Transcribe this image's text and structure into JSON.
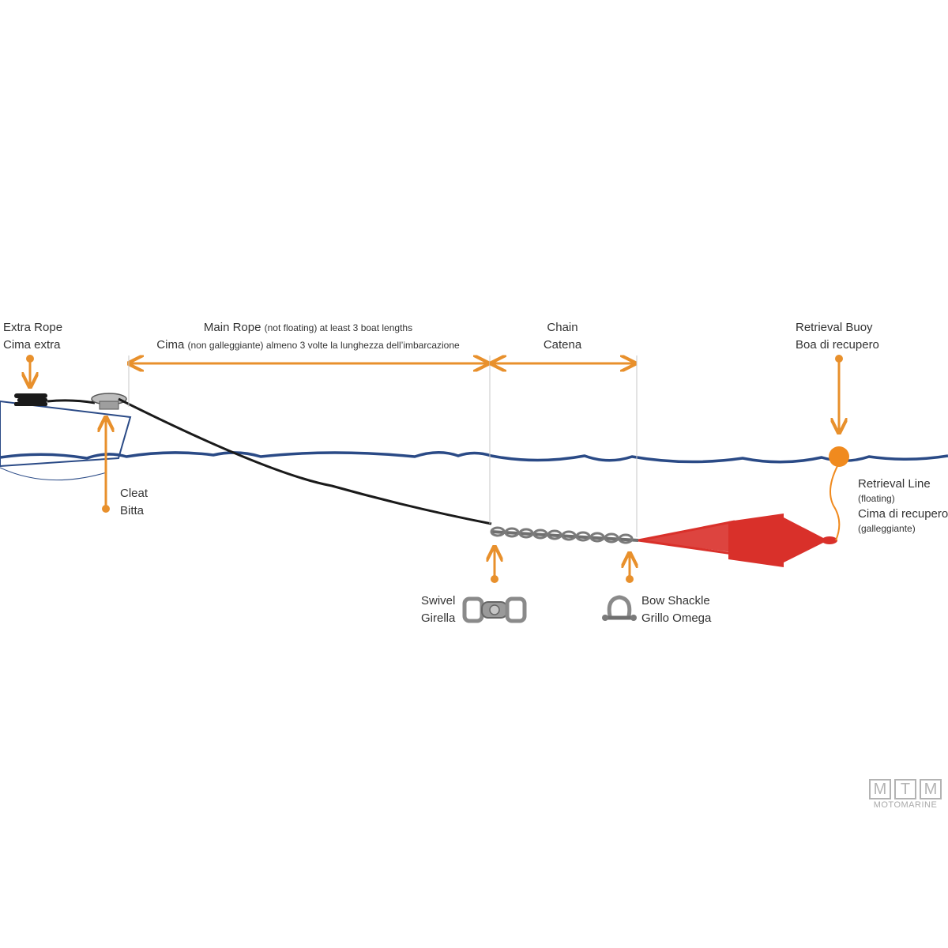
{
  "labels": {
    "extra_rope": {
      "en": "Extra Rope",
      "it": "Cima extra"
    },
    "main_rope": {
      "en": "Main Rope",
      "en_note": "(not floating) at least 3 boat lengths",
      "it": "Cima",
      "it_note": "(non galleggiante) almeno 3 volte la lunghezza dell’imbarcazione"
    },
    "chain": {
      "en": "Chain",
      "it": "Catena"
    },
    "retrieval_buoy": {
      "en": "Retrieval Buoy",
      "it": "Boa di recupero"
    },
    "cleat": {
      "en": "Cleat",
      "it": "Bitta"
    },
    "retrieval_line": {
      "en": "Retrieval Line",
      "en_note": "(floating)",
      "it": "Cima di recupero",
      "it_note": "(galleggiante)"
    },
    "swivel": {
      "en": "Swivel",
      "it": "Girella"
    },
    "bow_shackle": {
      "en": "Bow Shackle",
      "it": "Grillo Omega"
    }
  },
  "logo": {
    "letters": [
      "M",
      "T",
      "M"
    ],
    "subtitle": "MOTOMARINE"
  },
  "colors": {
    "arrow": "#e8902c",
    "water": "#2a4a86",
    "anchor": "#d9302a",
    "rope": "#1a1a1a",
    "chain": "#7a7a7a",
    "buoy": "#f08a1e"
  },
  "icons": [
    "cleat-icon",
    "chain-icon",
    "sea-anchor-icon",
    "buoy-icon",
    "swivel-icon",
    "bow-shackle-icon",
    "boat-icon"
  ]
}
